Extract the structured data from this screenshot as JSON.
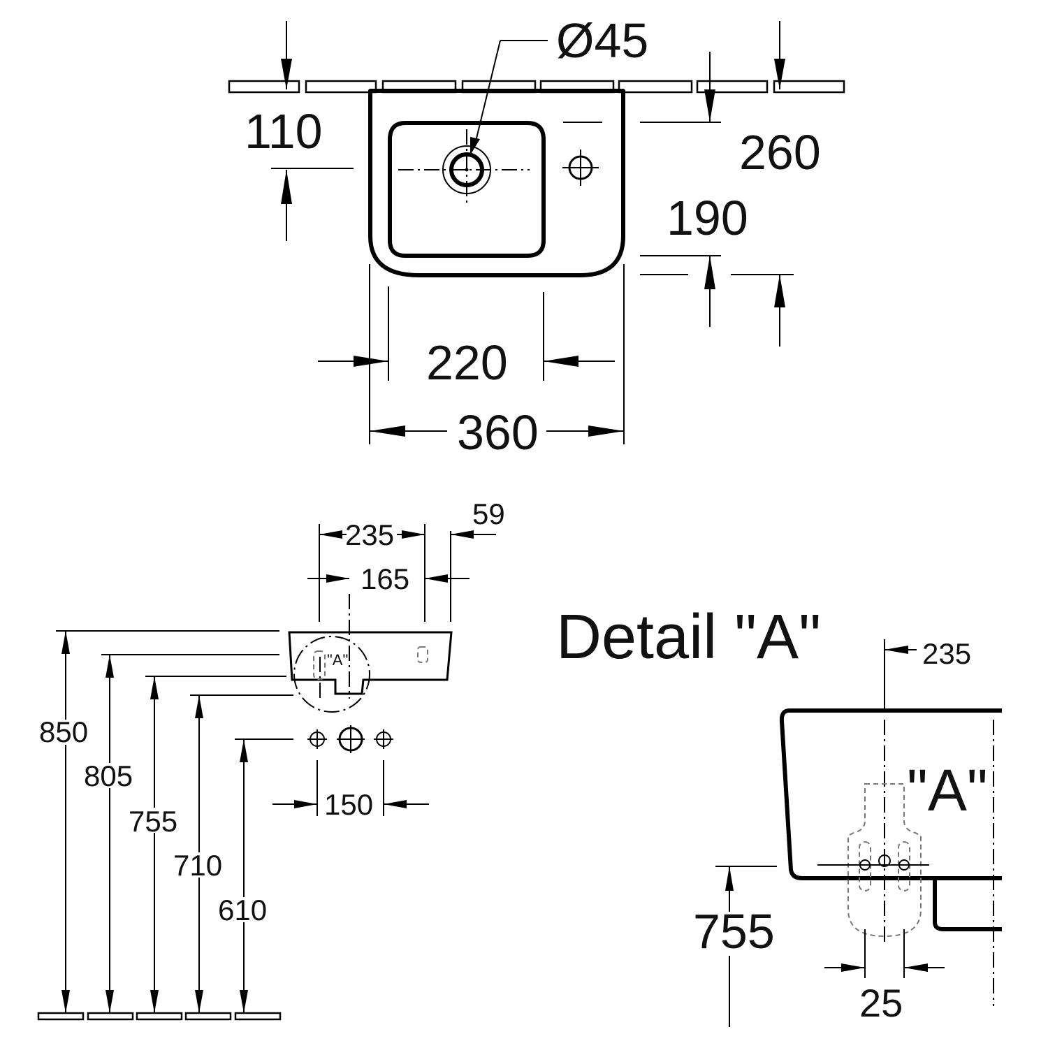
{
  "top_view": {
    "dim_diameter": "Ø45",
    "dim_110": "110",
    "dim_260": "260",
    "dim_190": "190",
    "dim_220": "220",
    "dim_360": "360"
  },
  "side_view": {
    "dim_235": "235",
    "dim_59": "59",
    "dim_165": "165",
    "dim_850": "850",
    "dim_805": "805",
    "dim_755": "755",
    "dim_710": "710",
    "dim_610": "610",
    "dim_150": "150",
    "label_a": "\"A\""
  },
  "detail": {
    "title": "Detail \"A\"",
    "dim_235": "235",
    "label_a": "\"A\"",
    "dim_755": "755",
    "dim_25": "25"
  }
}
